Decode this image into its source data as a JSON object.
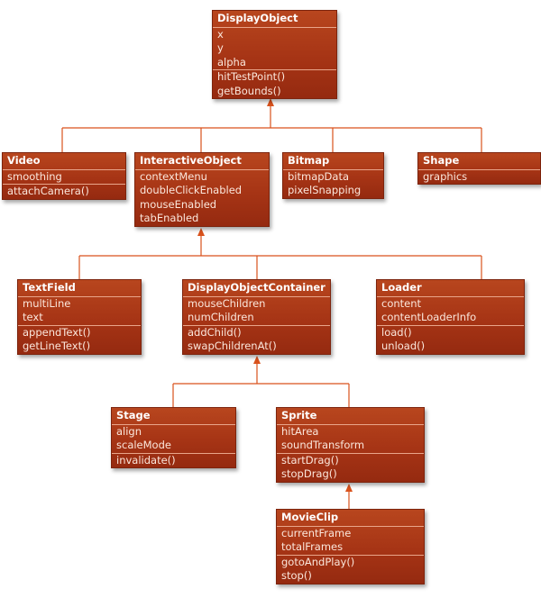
{
  "colors": {
    "box": "#a63415",
    "connector": "#d9521c",
    "divider": "#e9a58a"
  },
  "classes": {
    "displayobject": {
      "title": "DisplayObject",
      "attributes": [
        "x",
        "y",
        "alpha"
      ],
      "methods": [
        "hitTestPoint()",
        "getBounds()"
      ]
    },
    "video": {
      "title": "Video",
      "attributes": [
        "smoothing"
      ],
      "methods": [
        "attachCamera()"
      ]
    },
    "interactiveobject": {
      "title": "InteractiveObject",
      "attributes": [
        "contextMenu",
        "doubleClickEnabled",
        "mouseEnabled",
        "tabEnabled"
      ],
      "methods": []
    },
    "bitmap": {
      "title": "Bitmap",
      "attributes": [
        "bitmapData",
        "pixelSnapping"
      ],
      "methods": []
    },
    "shape": {
      "title": "Shape",
      "attributes": [
        "graphics"
      ],
      "methods": []
    },
    "textfield": {
      "title": "TextField",
      "attributes": [
        "multiLine",
        "text"
      ],
      "methods": [
        "appendText()",
        "getLineText()"
      ]
    },
    "displayobjectcontainer": {
      "title": "DisplayObjectContainer",
      "attributes": [
        "mouseChildren",
        "numChildren"
      ],
      "methods": [
        "addChild()",
        "swapChildrenAt()"
      ]
    },
    "loader": {
      "title": "Loader",
      "attributes": [
        "content",
        "contentLoaderInfo"
      ],
      "methods": [
        "load()",
        "unload()"
      ]
    },
    "stage": {
      "title": "Stage",
      "attributes": [
        "align",
        "scaleMode"
      ],
      "methods": [
        "invalidate()"
      ]
    },
    "sprite": {
      "title": "Sprite",
      "attributes": [
        "hitArea",
        "soundTransform"
      ],
      "methods": [
        "startDrag()",
        "stopDrag()"
      ]
    },
    "movieclip": {
      "title": "MovieClip",
      "attributes": [
        "currentFrame",
        "totalFrames"
      ],
      "methods": [
        "gotoAndPlay()",
        "stop()"
      ]
    }
  }
}
